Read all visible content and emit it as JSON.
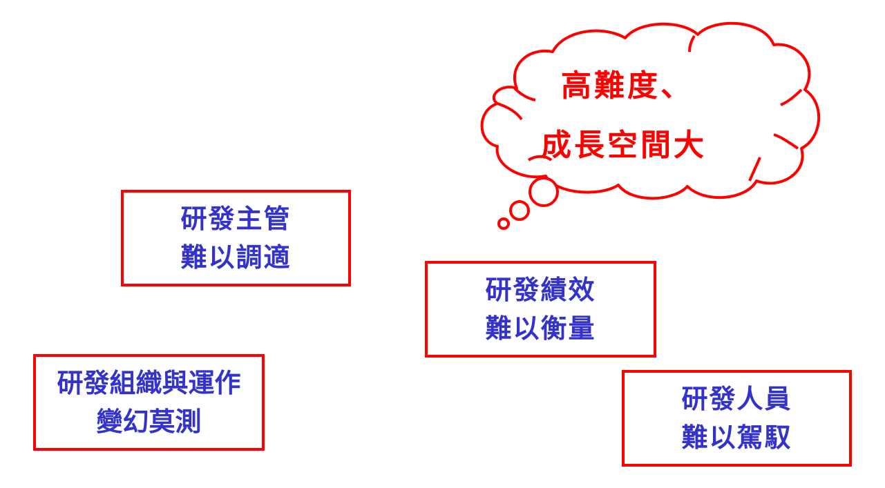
{
  "thought_cloud": {
    "line_1": "高難度、",
    "line_2": "成長空間大",
    "color": "#ff0000"
  },
  "boxes": {
    "manager": {
      "line_1": "研發主管",
      "line_2": "難以調適"
    },
    "performance": {
      "line_1": "研發績效",
      "line_2": "難以衡量"
    },
    "organization": {
      "line_1": "研發組織與運作",
      "line_2": "變幻莫測"
    },
    "staff": {
      "line_1": "研發人員",
      "line_2": "難以駕馭"
    }
  },
  "colors": {
    "box_border": "#ff0000",
    "box_text": "#3333cc",
    "background": "#ffffff"
  }
}
